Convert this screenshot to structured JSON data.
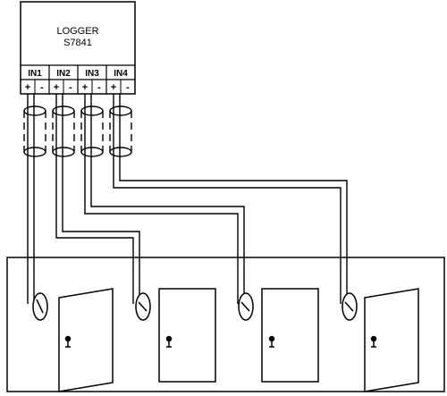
{
  "logger": {
    "line1": "LOGGER",
    "line2": "S7841",
    "inputs": [
      {
        "name": "IN1",
        "plus": "+",
        "minus": "-"
      },
      {
        "name": "IN2",
        "plus": "+",
        "minus": "-"
      },
      {
        "name": "IN3",
        "plus": "+",
        "minus": "-"
      },
      {
        "name": "IN4",
        "plus": "+",
        "minus": "-"
      }
    ]
  },
  "doors": [
    {
      "state": "open"
    },
    {
      "state": "closed"
    },
    {
      "state": "closed"
    },
    {
      "state": "open"
    }
  ],
  "colors": {
    "line": "#000000",
    "background": "#ffffff"
  }
}
